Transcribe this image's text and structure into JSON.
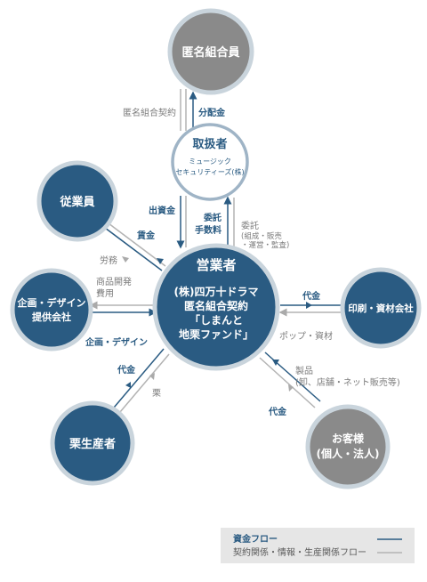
{
  "nodes": {
    "investors": "匿名組合員",
    "handler_title": "取扱者",
    "handler_line1": "ミュージック",
    "handler_line2": "セキュリティーズ(株)",
    "operator_title": "営業者",
    "operator_line1": "(株)四万十ドラマ",
    "operator_line2": "匿名組合契約",
    "operator_line3": "「しまんと",
    "operator_line4": "地栗ファンド」",
    "employees": "従業員",
    "design_line1": "企画・デザイン",
    "design_line2": "提供会社",
    "printing": "印刷・資材会社",
    "producers": "栗生産者",
    "customers_line1": "お客様",
    "customers_line2": "(個人・法人)"
  },
  "flows": {
    "anon_contract": "匿名組合契約",
    "distribution": "分配金",
    "investment": "出資金",
    "commission_1": "委託",
    "commission_2": "手数料",
    "entrust": "委託",
    "entrust_detail_1": "(組成・販売",
    "entrust_detail_2": "・運営・監査)",
    "wages": "賃金",
    "labor": "労務",
    "dev_cost_1": "商品開発",
    "dev_cost_2": "費用",
    "design_service": "企画・デザイン",
    "printing_payment": "代金",
    "pop_materials": "ポップ・資材",
    "producers_payment": "代金",
    "chestnuts": "栗",
    "products": "製品",
    "products_detail": "(卸、店舗・ネット販売等)",
    "customer_payment": "代金"
  },
  "legend": {
    "money_flow": "資金フロー",
    "other_flow": "契約関係・情報・生産関係フロー"
  },
  "colors": {
    "blue_node": "#2a5b82",
    "gray_node": "#8a8a8a",
    "money_line": "#2a5b82",
    "other_line": "#b3b3b3"
  }
}
